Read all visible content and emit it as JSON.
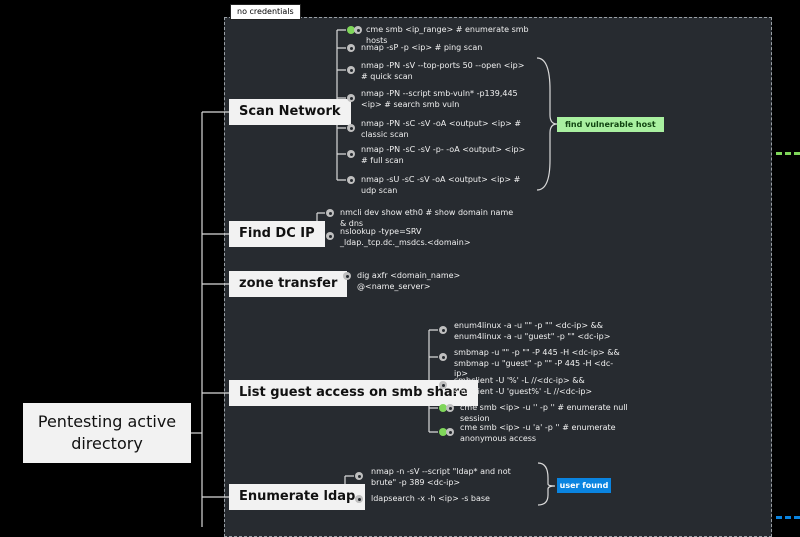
{
  "frame_label": "no credentials",
  "root": "Pentesting active directory",
  "colors": {
    "background": "#000000",
    "frame": "#272b30",
    "green_tag": "#a9f0a0",
    "blue_tag": "#0a84e0"
  },
  "branches": {
    "scan_network": {
      "title": "Scan Network",
      "items": [
        "cme smb <ip_range> # enumerate smb hosts",
        "nmap -sP -p <ip> # ping scan",
        "nmap -PN -sV --top-ports 50 --open <ip> # quick scan",
        "nmap -PN --script smb-vuln* -p139,445 <ip> # search smb vuln",
        "nmap -PN -sC -sV -oA <output> <ip> # classic scan",
        "nmap -PN -sC -sV -p- -oA <output> <ip> # full scan",
        "nmap -sU -sC -sV -oA <output> <ip> # udp scan"
      ],
      "tag": "find vulnerable host"
    },
    "find_dc_ip": {
      "title": "Find DC IP",
      "items": [
        "nmcli dev show eth0 # show domain name & dns",
        "nslookup -type=SRV _ldap._tcp.dc._msdcs.<domain>"
      ]
    },
    "zone_transfer": {
      "title": "zone transfer",
      "items": [
        "dig axfr <domain_name> @<name_server>"
      ]
    },
    "list_guest": {
      "title": "List guest access on smb share",
      "items": [
        "enum4linux -a -u \"\" -p \"\" <dc-ip> && enum4linux -a -u \"guest\" -p \"\" <dc-ip>",
        "smbmap -u \"\" -p \"\" -P 445 -H <dc-ip> && smbmap -u \"guest\" -p \"\" -P 445 -H <dc-ip>",
        "smbclient -U '%' -L //<dc-ip> && smbclient -U 'guest%' -L //<dc-ip>",
        "cme smb <ip> -u '' -p '' # enumerate null session",
        "cme smb <ip> -u 'a' -p '' # enumerate anonymous access"
      ]
    },
    "enumerate_ldap": {
      "title": "Enumerate ldap",
      "items": [
        "nmap -n -sV --script \"ldap* and not brute\" -p 389 <dc-ip>",
        "ldapsearch -x -h <ip> -s base"
      ],
      "tag": "user found"
    }
  }
}
